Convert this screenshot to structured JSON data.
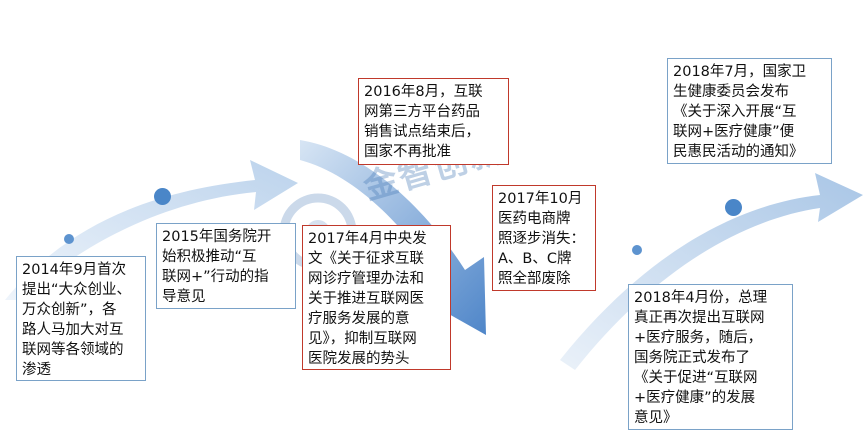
{
  "watermark": {
    "text": "金智创新"
  },
  "events": [
    {
      "id": "2014",
      "text": "2014年9月首次\n提出“大众创业、\n万众创新”，各\n路人马加大对互\n联网等各领域的\n渗透",
      "style": "blue"
    },
    {
      "id": "2015",
      "text": "2015年国务院开\n始积极推动“互\n联网+”行动的指\n导意见",
      "style": "blue"
    },
    {
      "id": "2016",
      "text": "2016年8月，互联\n网第三方平台药品\n销售试点结束后，\n国家不再批准",
      "style": "red"
    },
    {
      "id": "2017-04",
      "text": "2017年4月中央发\n文《关于征求互联\n网诊疗管理办法和\n关于推进互联网医\n疗服务发展的意\n见》，抑制互联网\n医院发展的势头",
      "style": "red"
    },
    {
      "id": "2017-10",
      "text": "2017年10月\n医药电商牌\n照逐步消失：\nA、B、C牌\n照全部废除",
      "style": "red"
    },
    {
      "id": "2018-04",
      "text": "2018年4月份，总理\n真正再次提出互联网\n+医疗服务，随后，\n国务院正式发布了\n《关于促进“互联网\n+医疗健康”的发展\n意见》",
      "style": "blue"
    },
    {
      "id": "2018-07",
      "text": "2018年7月，国家卫\n生健康委员会发布\n《关于深入开展“互\n联网+医疗健康”便\n民惠民活动的通知》",
      "style": "blue"
    }
  ],
  "colors": {
    "arrow_light": "#dce8f5",
    "arrow_dark": "#6f9fd6",
    "dot": "#4a86c8",
    "blue_border": "#7aa2c8",
    "red_border": "#c0392b"
  }
}
